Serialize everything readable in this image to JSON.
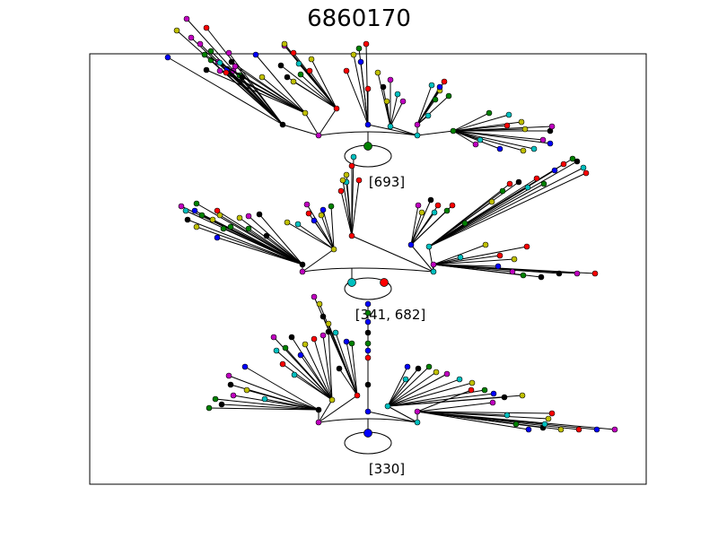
{
  "title": "6860170",
  "palette": {
    "b": "#0000ff",
    "g": "#008000",
    "r": "#ff0000",
    "c": "#00bfbf",
    "m": "#bf00bf",
    "y": "#bfbf00",
    "k": "#000000"
  },
  "graphs": [
    {
      "label": "[693]",
      "root_color": "g",
      "trees": [
        {
          "stems": [
            [
              -55,
              -60,
              "m"
            ],
            [
              -85,
              -108,
              "r"
            ],
            [
              -60,
              -80,
              "m"
            ],
            [
              -80,
              -72,
              "g"
            ],
            [
              -48,
              -55,
              "g"
            ],
            [
              -80,
              -82,
              "g"
            ],
            [
              -102,
              -97,
              "m"
            ],
            [
              -92,
              -90,
              "m"
            ],
            [
              -118,
              -105,
              "y"
            ],
            [
              -107,
              -118,
              "m"
            ],
            [
              -128,
              -75,
              "b"
            ],
            [
              -72,
              -70,
              "m"
            ],
            [
              -62,
              -62,
              "b"
            ]
          ]
        },
        {
          "stems": [
            [
              -70,
              -40,
              "k"
            ],
            [
              -95,
              -47,
              "m"
            ],
            [
              -95,
              -56,
              "c"
            ],
            [
              -82,
              -57,
              "k"
            ],
            [
              -88,
              -45,
              "r"
            ],
            [
              -78,
              -52,
              "m"
            ],
            [
              -55,
              -65,
              "b"
            ],
            [
              -48,
              -40,
              "y"
            ],
            [
              -110,
              -48,
              "k"
            ],
            [
              -112,
              -65,
              "g"
            ]
          ]
        },
        {
          "stems": [
            [
              -55,
              -35,
              "k"
            ],
            [
              -28,
              -55,
              "y"
            ],
            [
              -42,
              -50,
              "c"
            ],
            [
              -48,
              -62,
              "r"
            ],
            [
              -62,
              -48,
              "k"
            ],
            [
              -58,
              -70,
              "m"
            ],
            [
              -58,
              -72,
              "y"
            ],
            [
              -48,
              -30,
              "y"
            ],
            [
              -30,
              -42,
              "r"
            ],
            [
              -40,
              -38,
              "g"
            ]
          ]
        },
        {
          "stems": [
            [
              0,
              -40,
              "r"
            ],
            [
              -10,
              -85,
              "g"
            ],
            [
              -16,
              -78,
              "y"
            ],
            [
              -2,
              -90,
              "r"
            ],
            [
              -8,
              -70,
              "b"
            ],
            [
              -24,
              -60,
              "r"
            ]
          ]
        },
        {
          "stems": [
            [
              -14,
              -60,
              "y"
            ],
            [
              -8,
              -44,
              "k"
            ],
            [
              8,
              -36,
              "c"
            ],
            [
              0,
              -52,
              "m"
            ],
            [
              -4,
              -28,
              "y"
            ],
            [
              14,
              -28,
              "m"
            ]
          ]
        },
        {
          "stems": [
            [
              12,
              -10,
              "c"
            ],
            [
              20,
              -28,
              "g"
            ],
            [
              25,
              -38,
              "y"
            ],
            [
              25,
              -42,
              "b"
            ],
            [
              35,
              -32,
              "g"
            ],
            [
              30,
              -48,
              "r"
            ],
            [
              16,
              -44,
              "c"
            ]
          ]
        },
        {
          "stems": [
            [
              25,
              15,
              "m"
            ],
            [
              30,
              10,
              "c"
            ],
            [
              52,
              20,
              "b"
            ],
            [
              78,
              22,
              "y"
            ],
            [
              90,
              20,
              "c"
            ],
            [
              108,
              0,
              "k"
            ],
            [
              110,
              -5,
              "m"
            ],
            [
              76,
              -10,
              "y"
            ],
            [
              62,
              -18,
              "c"
            ],
            [
              40,
              -20,
              "g"
            ],
            [
              60,
              -6,
              "r"
            ],
            [
              80,
              -2,
              "y"
            ],
            [
              100,
              10,
              "m"
            ],
            [
              108,
              14,
              "b"
            ]
          ]
        }
      ],
      "node_colors": [
        "k",
        "y",
        "r",
        "b",
        "c",
        "m",
        "g"
      ]
    },
    {
      "label": "[341, 682]",
      "root_color": "c",
      "root2_color": "r",
      "trees": [
        {
          "stems": [
            [
              -95,
              -30,
              "b"
            ],
            [
              -60,
              -40,
              "g"
            ],
            [
              -40,
              -32,
              "k"
            ],
            [
              -80,
              -42,
              "g"
            ],
            [
              -92,
              -55,
              "y"
            ],
            [
              -112,
              -55,
              "g"
            ],
            [
              -130,
              -60,
              "c"
            ],
            [
              -118,
              -42,
              "y"
            ],
            [
              -135,
              -65,
              "m"
            ],
            [
              -128,
              -50,
              "k"
            ],
            [
              -120,
              -60,
              "b"
            ],
            [
              -95,
              -60,
              "r"
            ],
            [
              -100,
              -50,
              "y"
            ],
            [
              -88,
              -40,
              "g"
            ],
            [
              -70,
              -52,
              "y"
            ],
            [
              -60,
              -54,
              "m"
            ],
            [
              -48,
              -56,
              "k"
            ],
            [
              -118,
              -68,
              "g"
            ]
          ]
        },
        {
          "stems": [
            [
              -28,
              -40,
              "r"
            ],
            [
              -40,
              -28,
              "c"
            ],
            [
              -52,
              -30,
              "y"
            ],
            [
              -30,
              -50,
              "m"
            ],
            [
              -12,
              -44,
              "b"
            ],
            [
              -22,
              -32,
              "b"
            ],
            [
              -14,
              -38,
              "y"
            ],
            [
              -3,
              -48,
              "g"
            ]
          ]
        },
        {
          "stems": [
            [
              -12,
              -50,
              "r"
            ],
            [
              -6,
              -60,
              "c"
            ],
            [
              0,
              -78,
              "r"
            ],
            [
              -6,
              -68,
              "y"
            ],
            [
              -10,
              -62,
              "y"
            ],
            [
              8,
              -62,
              "r"
            ],
            [
              2,
              -88,
              "c"
            ]
          ]
        },
        {
          "stems": [
            [
              8,
              -44,
              "m"
            ],
            [
              12,
              -36,
              "y"
            ],
            [
              22,
              -50,
              "k"
            ],
            [
              30,
              -44,
              "r"
            ],
            [
              40,
              -38,
              "g"
            ],
            [
              46,
              -44,
              "r"
            ],
            [
              26,
              -36,
              "c"
            ]
          ]
        },
        {
          "stems": [
            [
              40,
              -26,
              "g"
            ],
            [
              70,
              -50,
              "y"
            ],
            [
              82,
              -62,
              "g"
            ],
            [
              90,
              -70,
              "r"
            ],
            [
              100,
              -72,
              "k"
            ],
            [
              110,
              -66,
              "c"
            ],
            [
              128,
              -70,
              "g"
            ],
            [
              120,
              -76,
              "r"
            ],
            [
              140,
              -85,
              "b"
            ],
            [
              150,
              -92,
              "r"
            ],
            [
              160,
              -98,
              "g"
            ],
            [
              165,
              -95,
              "k"
            ],
            [
              175,
              -82,
              "r"
            ],
            [
              172,
              -88,
              "c"
            ]
          ]
        },
        {
          "stems": [
            [
              30,
              -8,
              "c"
            ],
            [
              58,
              -22,
              "y"
            ],
            [
              74,
              -10,
              "r"
            ],
            [
              72,
              2,
              "b"
            ],
            [
              88,
              8,
              "m"
            ],
            [
              100,
              12,
              "g"
            ],
            [
              120,
              14,
              "k"
            ],
            [
              140,
              10,
              "k"
            ],
            [
              160,
              10,
              "m"
            ],
            [
              180,
              10,
              "r"
            ],
            [
              90,
              -6,
              "y"
            ],
            [
              104,
              -20,
              "r"
            ]
          ]
        }
      ],
      "node_colors": [
        "k",
        "y",
        "r",
        "b",
        "c",
        "m",
        "g"
      ]
    },
    {
      "label": "[330]",
      "root_color": "b",
      "trees": [
        {
          "stems": [
            [
              -60,
              -12,
              "c"
            ],
            [
              -95,
              -16,
              "m"
            ],
            [
              -80,
              -22,
              "y"
            ],
            [
              -100,
              -38,
              "m"
            ],
            [
              -82,
              -48,
              "b"
            ],
            [
              -98,
              -28,
              "k"
            ],
            [
              -115,
              -12,
              "g"
            ],
            [
              -122,
              -2,
              "g"
            ],
            [
              -108,
              -6,
              "k"
            ]
          ]
        },
        {
          "stems": [
            [
              -42,
              -28,
              "c"
            ],
            [
              -55,
              -40,
              "r"
            ],
            [
              -35,
              -50,
              "b"
            ],
            [
              -52,
              -58,
              "g"
            ],
            [
              -65,
              -70,
              "m"
            ],
            [
              -62,
              -55,
              "c"
            ],
            [
              -45,
              -70,
              "k"
            ],
            [
              -30,
              -62,
              "y"
            ],
            [
              -20,
              -68,
              "r"
            ],
            [
              -10,
              -72,
              "m"
            ],
            [
              -4,
              -76,
              "k"
            ]
          ]
        },
        {
          "stems": [
            [
              -20,
              -30,
              "k"
            ],
            [
              -48,
              -110,
              "m"
            ],
            [
              -42,
              -102,
              "y"
            ],
            [
              -38,
              -88,
              "k"
            ],
            [
              -32,
              -80,
              "y"
            ],
            [
              -24,
              -70,
              "c"
            ],
            [
              -12,
              -60,
              "b"
            ],
            [
              -6,
              -58,
              "g"
            ]
          ]
        },
        {
          "stems": [
            [
              0,
              -30,
              "k"
            ],
            [
              0,
              -120,
              "b"
            ],
            [
              0,
              -110,
              "g"
            ],
            [
              0,
              -100,
              "b"
            ],
            [
              0,
              -88,
              "k"
            ],
            [
              0,
              -76,
              "g"
            ],
            [
              0,
              -68,
              "b"
            ],
            [
              0,
              -60,
              "r"
            ]
          ]
        },
        {
          "stems": [
            [
              20,
              -30,
              "c"
            ],
            [
              22,
              -44,
              "b"
            ],
            [
              34,
              -42,
              "k"
            ],
            [
              46,
              -44,
              "g"
            ],
            [
              54,
              -38,
              "y"
            ],
            [
              66,
              -36,
              "m"
            ],
            [
              80,
              -30,
              "c"
            ],
            [
              94,
              -26,
              "y"
            ],
            [
              108,
              -18,
              "g"
            ],
            [
              118,
              -14,
              "b"
            ],
            [
              130,
              -10,
              "k"
            ],
            [
              150,
              -12,
              "y"
            ]
          ]
        },
        {
          "stems": [
            [
              60,
              -24,
              "r"
            ],
            [
              84,
              -10,
              "m"
            ],
            [
              100,
              4,
              "c"
            ],
            [
              110,
              14,
              "g"
            ],
            [
              124,
              20,
              "b"
            ],
            [
              140,
              18,
              "k"
            ],
            [
              160,
              20,
              "y"
            ],
            [
              180,
              20,
              "r"
            ],
            [
              200,
              20,
              "b"
            ],
            [
              220,
              20,
              "m"
            ],
            [
              150,
              2,
              "r"
            ],
            [
              146,
              8,
              "y"
            ],
            [
              142,
              14,
              "c"
            ]
          ]
        }
      ],
      "node_colors": [
        "k",
        "y",
        "r",
        "b",
        "c",
        "m",
        "g"
      ]
    }
  ]
}
